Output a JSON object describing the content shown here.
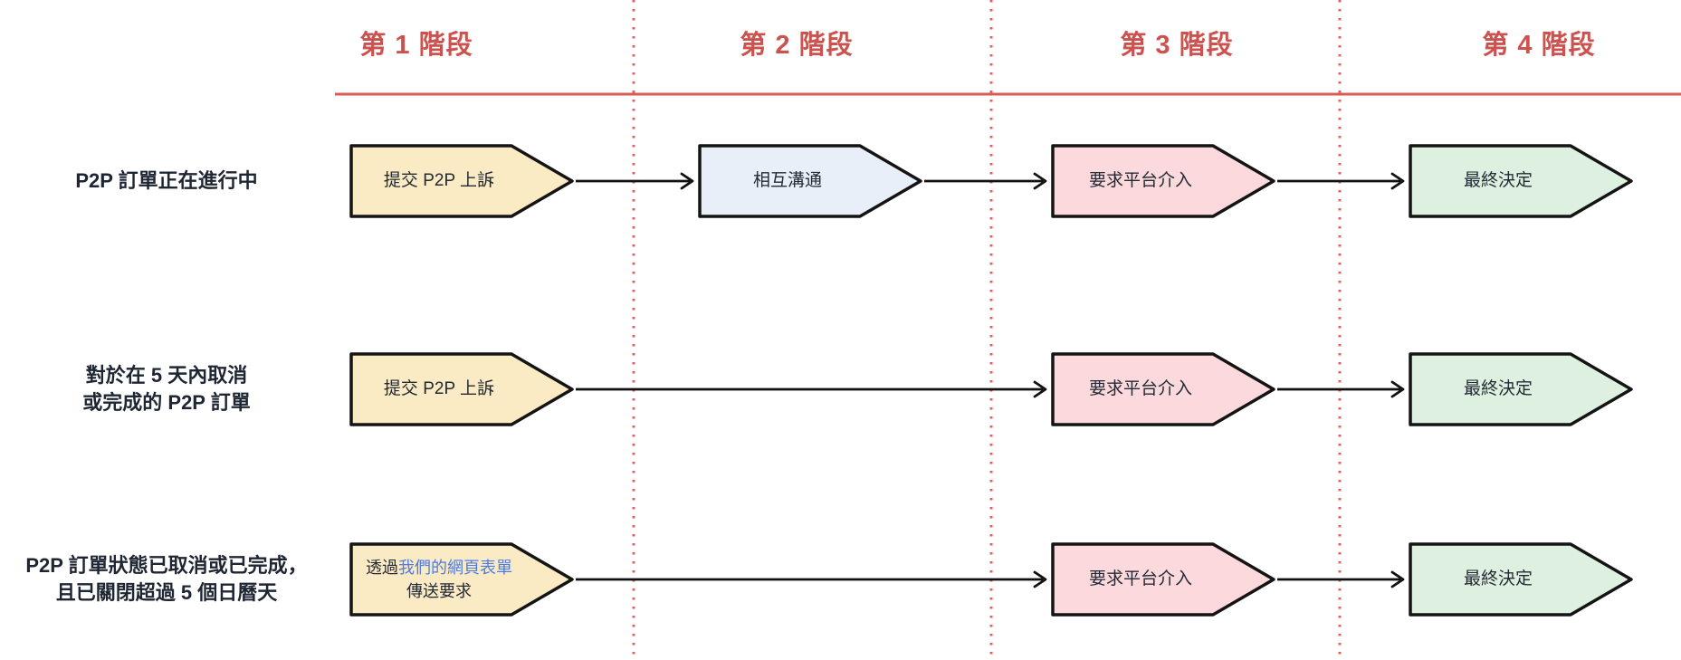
{
  "stages": [
    {
      "label": "第 1 階段"
    },
    {
      "label": "第 2 階段"
    },
    {
      "label": "第 3 階段"
    },
    {
      "label": "第 4 階段"
    }
  ],
  "rows": [
    {
      "label": "P2P 訂單正在進行中",
      "boxes": [
        {
          "text": "提交 P2P 上訴",
          "color_key": "box_yellow"
        },
        {
          "text": "相互溝通",
          "color_key": "box_blue"
        },
        {
          "text": "要求平台介入",
          "color_key": "box_pink"
        },
        {
          "text": "最終決定",
          "color_key": "box_green"
        }
      ]
    },
    {
      "label_line1": "對於在 5 天內取消",
      "label_line2": "或完成的 P2P 訂單",
      "boxes": [
        {
          "text": "提交 P2P 上訴",
          "color_key": "box_yellow"
        },
        {
          "text": "要求平台介入",
          "color_key": "box_pink"
        },
        {
          "text": "最終決定",
          "color_key": "box_green"
        }
      ]
    },
    {
      "label_line1": "P2P 訂單狀態已取消或已完成，",
      "label_line2": "且已關閉超過 5 個日曆天",
      "boxes": [
        {
          "text_prefix": "透過",
          "link_text": "我們的網頁表單",
          "text_line2": "傳送要求",
          "color_key": "box_yellow"
        },
        {
          "text": "要求平台介入",
          "color_key": "box_pink"
        },
        {
          "text": "最終決定",
          "color_key": "box_green"
        }
      ]
    }
  ],
  "colors": {
    "stage_header": "#CB524E",
    "divider_line": "#D65C55",
    "dotted_line": "#E0625C",
    "box_yellow": "#FAEBC4",
    "box_blue": "#E9EFF8",
    "box_pink": "#FBD9DC",
    "box_green": "#DEF1E0",
    "box_border": "#141414",
    "arrow_black": "#111111",
    "label_text": "#1F2633",
    "link_blue": "#4E7BE4"
  }
}
